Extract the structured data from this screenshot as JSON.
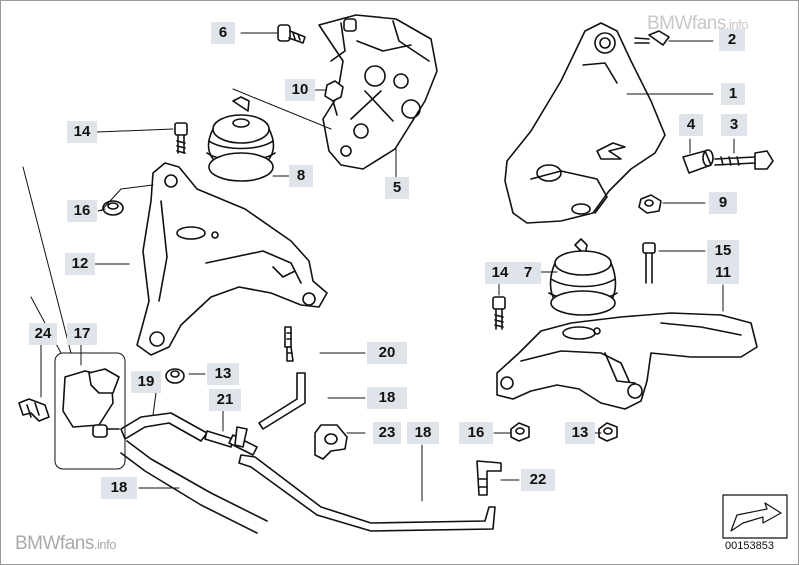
{
  "watermark": {
    "top_brand": "BMWfans",
    "top_tld": ".info",
    "bottom_brand": "BMWfans",
    "bottom_tld": ".info"
  },
  "diagram_number": "00153853",
  "callouts": {
    "c1": "1",
    "c2": "2",
    "c3": "3",
    "c4": "4",
    "c5": "5",
    "c6": "6",
    "c7": "7",
    "c8": "8",
    "c9": "9",
    "c10": "10",
    "c11": "11",
    "c12": "12",
    "c13a": "13",
    "c13b": "13",
    "c14a": "14",
    "c14b": "14",
    "c15": "15",
    "c16a": "16",
    "c16b": "16",
    "c17": "17",
    "c18a": "18",
    "c18b": "18",
    "c18c": "18",
    "c19": "19",
    "c20": "20",
    "c21": "21",
    "c22": "22",
    "c23": "23",
    "c24": "24"
  },
  "colors": {
    "callout_bg": "#dfe4ea",
    "line": "#111111",
    "watermark": "#c8c8c8",
    "frame": "#9a9a9a"
  }
}
